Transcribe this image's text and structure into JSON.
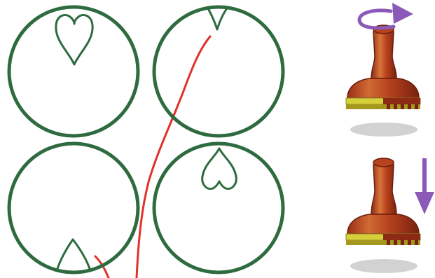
{
  "colors": {
    "background": "#ffffff",
    "circle_stroke": "#2e6b3f",
    "heart_stroke": "#2e6b3f",
    "line_red": "#e0322a",
    "rotate_arrow": "#8b5ab8",
    "down_arrow": "#8b5ab8",
    "stamp_handle_dark": "#8c2a14",
    "stamp_handle_mid": "#b8421e",
    "stamp_handle_light": "#d8753a",
    "stamp_pad": "#d6cf3a",
    "stamp_pad_dark": "#8f8826",
    "shadow": "#d2d2d2"
  },
  "panels": [
    {
      "id": "top-left",
      "heart_position": "top",
      "heart_style": "full"
    },
    {
      "id": "top-right",
      "heart_position": "top-edge",
      "heart_style": "partial-tip"
    },
    {
      "id": "bottom-left",
      "heart_position": "bottom-edge",
      "heart_style": "partial-tip"
    },
    {
      "id": "bottom-right",
      "heart_position": "top",
      "heart_style": "full-small"
    }
  ],
  "stamps": [
    {
      "id": "stamp-rotate",
      "arrow": "rotate-icon"
    },
    {
      "id": "stamp-press",
      "arrow": "arrow-down-icon"
    }
  ]
}
